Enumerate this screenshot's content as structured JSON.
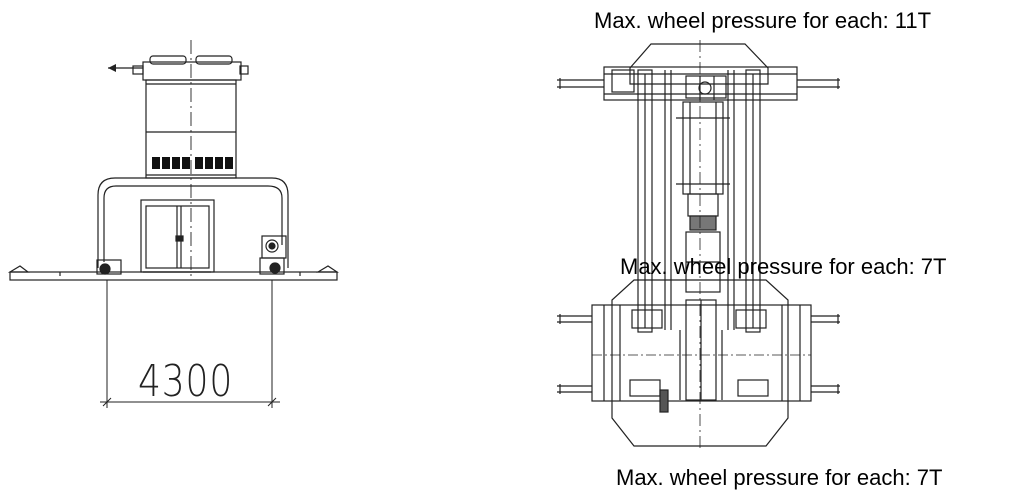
{
  "labels": {
    "top_wheel_pressure": "Max. wheel pressure for each: 11T",
    "middle_wheel_pressure": "Max. wheel pressure for each: 7T",
    "bottom_wheel_pressure": "Max. wheel pressure for each: 7T"
  },
  "dimension": {
    "value": "4300"
  }
}
